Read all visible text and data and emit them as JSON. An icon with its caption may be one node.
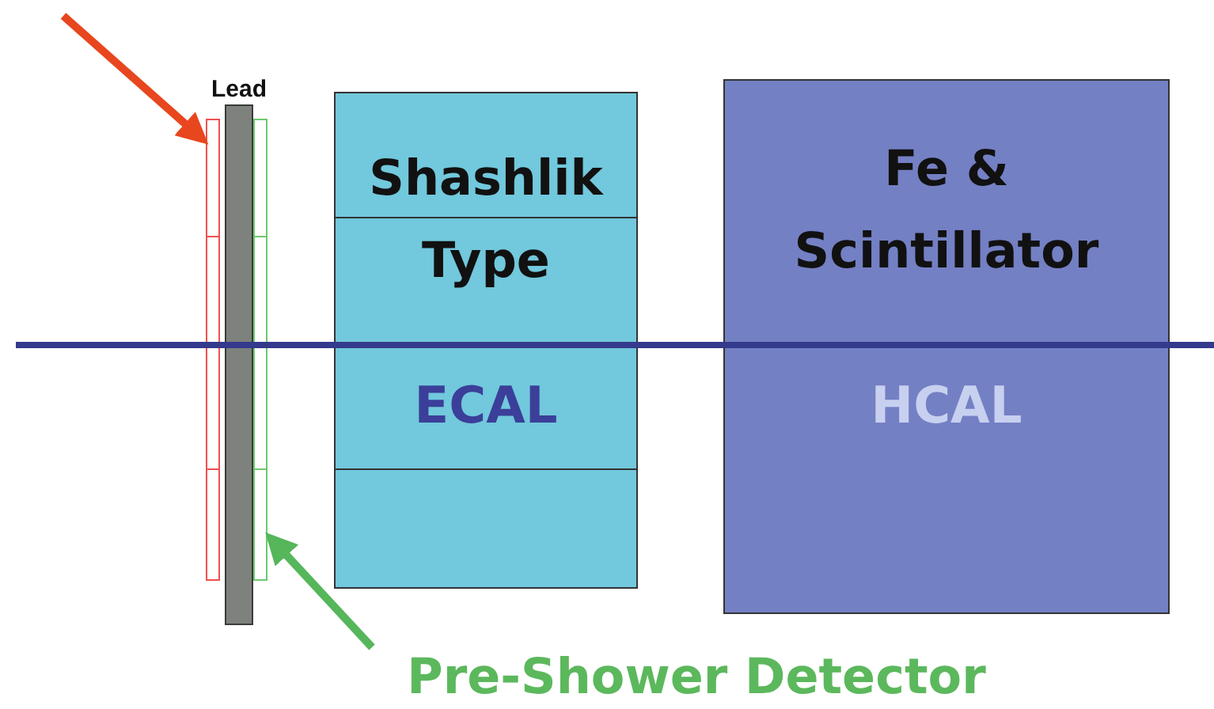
{
  "diagram": {
    "nodes": [
      {
        "text": [],
        "shape": "box"
      },
      {
        "text": [
          "Lead"
        ]
      },
      {
        "text": [],
        "shape": "box"
      },
      {
        "text": [
          "Shashlik Type",
          "ECAL"
        ]
      },
      {
        "text": [
          "Fe & Scintillator",
          "HCAL"
        ]
      },
      {
        "text": [
          "Pre-Shower Detector"
        ]
      }
    ],
    "edges": [
      {
        "from": null,
        "to": 0,
        "arrow": "to",
        "color": "#e8461e"
      },
      {
        "from": 5,
        "to": 2,
        "arrow": "to",
        "color": "#55b65a"
      }
    ]
  }
}
